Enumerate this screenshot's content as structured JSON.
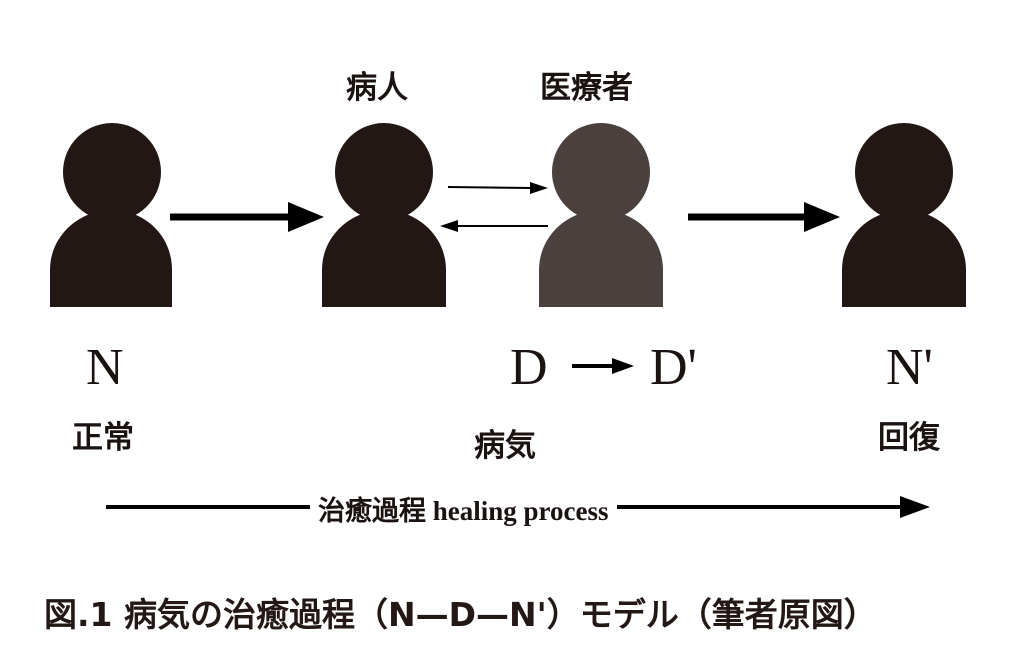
{
  "diagram": {
    "roles": {
      "patient": "病人",
      "practitioner": "医療者"
    },
    "states": {
      "normal_symbol": "N",
      "normal_label": "正常",
      "disease_symbol": "D",
      "disease_prime_symbol": "D'",
      "disease_label": "病気",
      "recovery_symbol": "N'",
      "recovery_label": "回復"
    },
    "process_label": "治癒過程 healing process",
    "colors": {
      "person": "#221714",
      "practitioner": "#4a403d",
      "arrow": "#000000"
    }
  },
  "caption": "図.1 病気の治癒過程（N—D—N'）モデル（筆者原図）"
}
